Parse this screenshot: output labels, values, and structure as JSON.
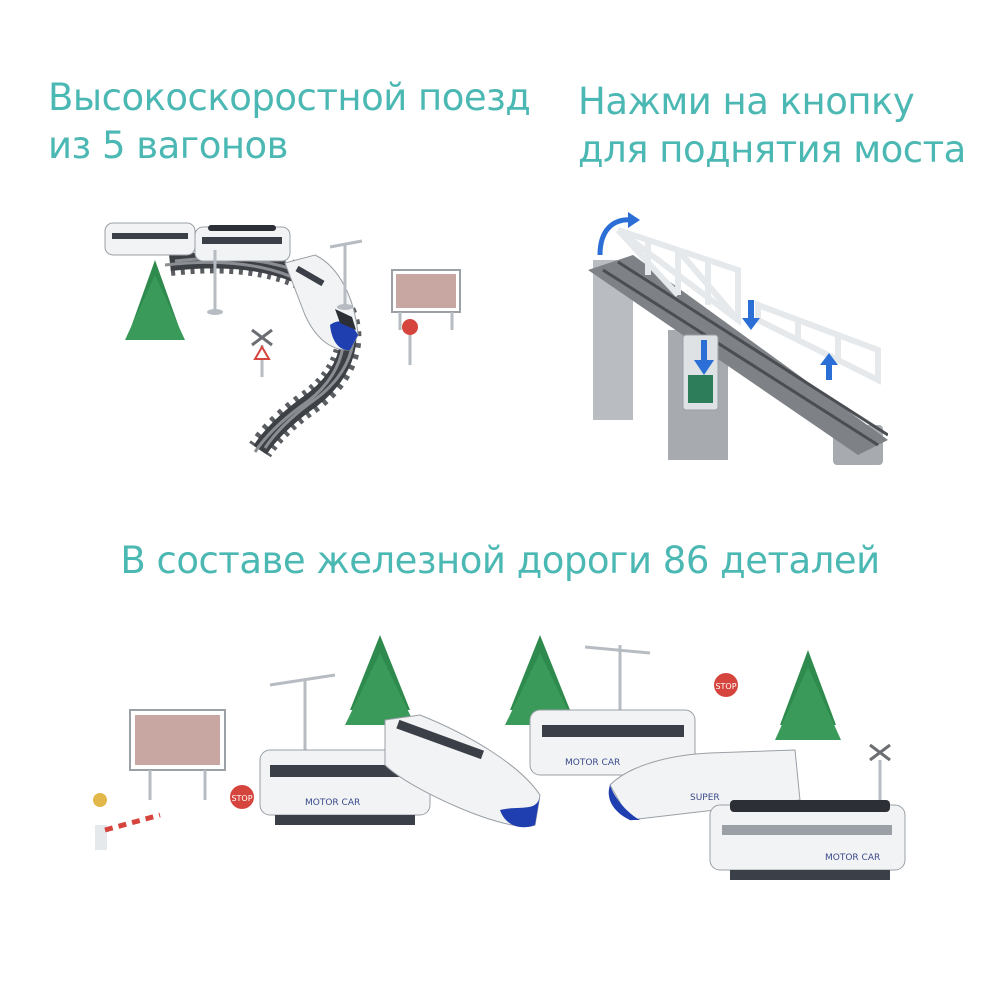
{
  "colors": {
    "caption": "#4bb8b3",
    "train_white": "#f2f3f5",
    "train_blue": "#1f3fb0",
    "track": "#4a4d52",
    "tree": "#2f8a4e",
    "bridge": "#c9cdd2"
  },
  "captions": {
    "train": [
      "Высокоскоростной поезд",
      "из 5 вагонов"
    ],
    "bridge": [
      "Нажми на кнопку",
      "для поднятия моста"
    ],
    "parts": "В составе железной дороги 86 деталей"
  },
  "signs": {
    "stop": "STOP",
    "motor_car": "MOTOR CAR",
    "super": "SUPER"
  }
}
